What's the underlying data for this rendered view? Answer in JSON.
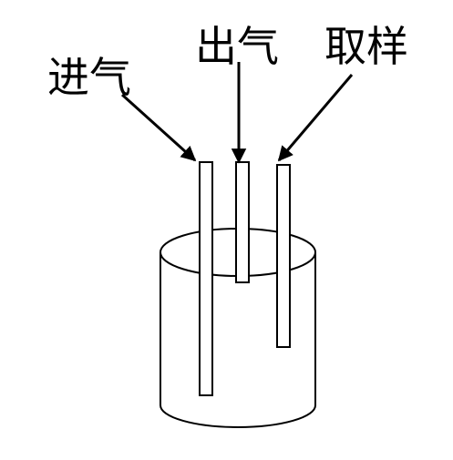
{
  "labels": {
    "inlet": "进气",
    "outlet": "出气",
    "sample": "取样"
  },
  "colors": {
    "stroke": "#000000",
    "background": "#ffffff"
  }
}
